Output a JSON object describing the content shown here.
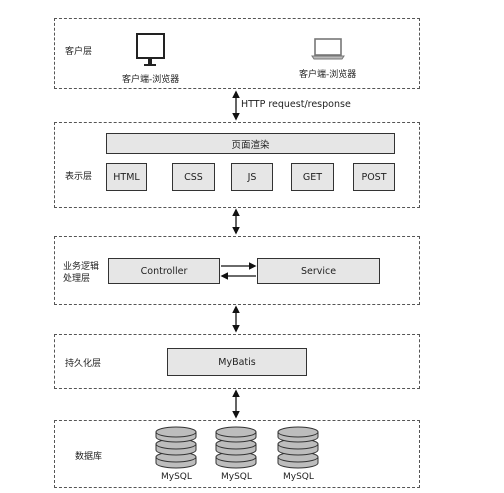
{
  "layers": {
    "client": {
      "label": "客户层",
      "devices": [
        {
          "label": "客户端-浏览器",
          "icon": "desktop-monitor-icon"
        },
        {
          "label": "客户端-浏览器",
          "icon": "laptop-icon"
        }
      ]
    },
    "presentation": {
      "label": "表示层",
      "render_label": "页面渲染",
      "items": [
        "HTML",
        "CSS",
        "JS",
        "GET",
        "POST"
      ]
    },
    "business": {
      "label": "业务逻辑\n处理层",
      "controller": "Controller",
      "service": "Service"
    },
    "persistence": {
      "label": "持久化层",
      "mybatis": "MyBatis"
    },
    "data": {
      "label": "数据库",
      "databases": [
        "MySQL",
        "MySQL",
        "MySQL"
      ]
    }
  },
  "connectors": {
    "client_to_presentation_label": "HTTP request/response"
  },
  "colors": {
    "box_fill": "#e6e6e6",
    "border": "#333333",
    "dashed_border": "#555555"
  }
}
